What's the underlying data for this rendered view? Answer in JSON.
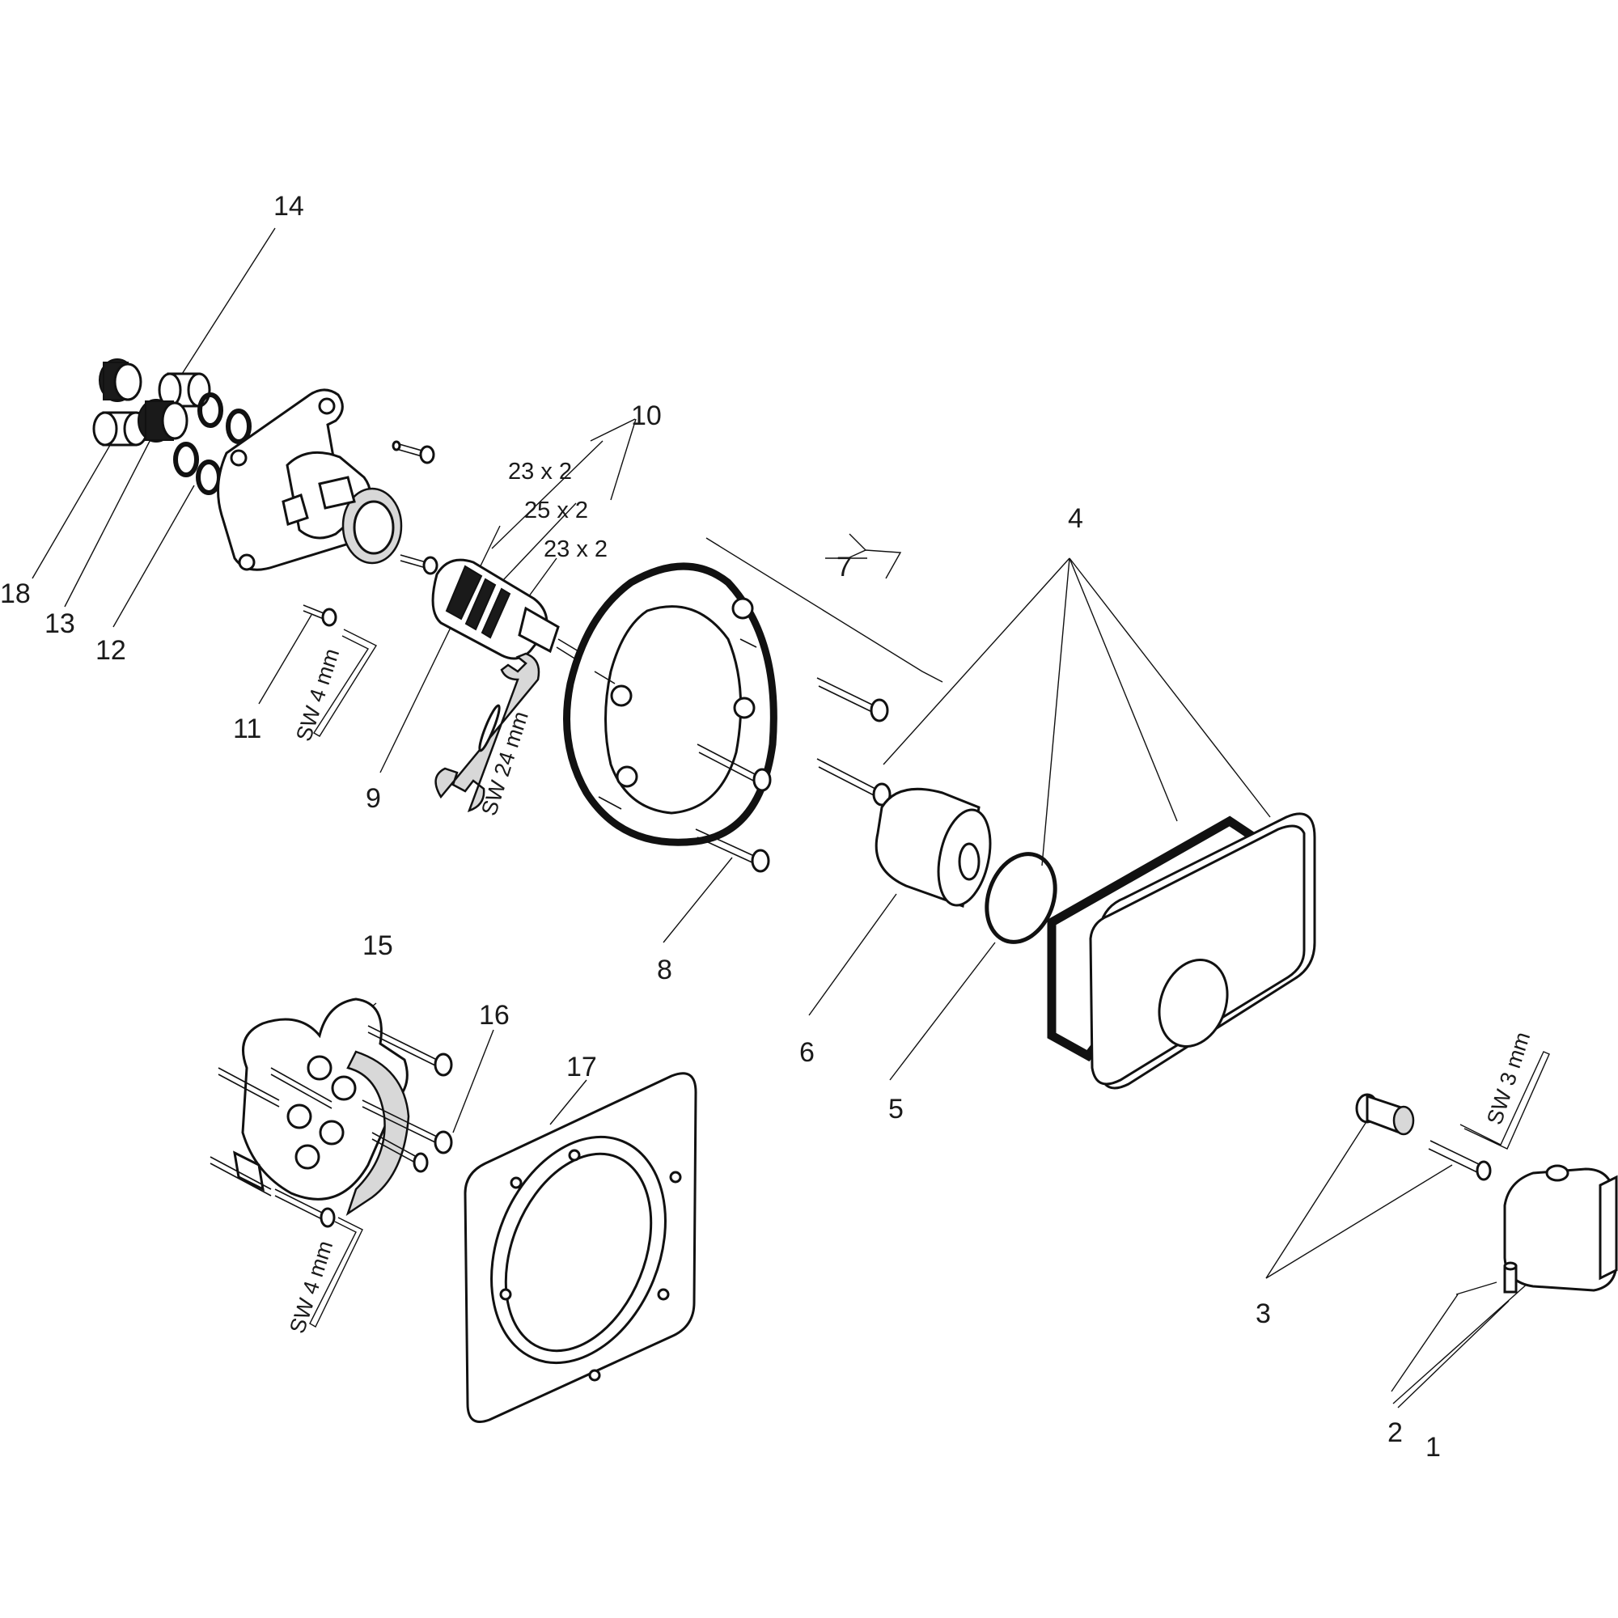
{
  "callouts": {
    "c1": "1",
    "c2": "2",
    "c3": "3",
    "c4": "4",
    "c5": "5",
    "c6": "6",
    "c7": "7",
    "c8": "8",
    "c9": "9",
    "c10": "10",
    "c11": "11",
    "c12": "12",
    "c13": "13",
    "c14": "14",
    "c15": "15",
    "c16": "16",
    "c17": "17",
    "c18": "18"
  },
  "dimensions": {
    "oring_a": "23 x 2",
    "oring_b": "25 x 2",
    "oring_c": "23 x 2"
  },
  "tools": {
    "hex_key_4_top": "SW 4 mm",
    "wrench_24": "SW 24 mm",
    "hex_key_4_bottom": "SW 4 mm",
    "hex_key_3": "SW 3 mm"
  }
}
